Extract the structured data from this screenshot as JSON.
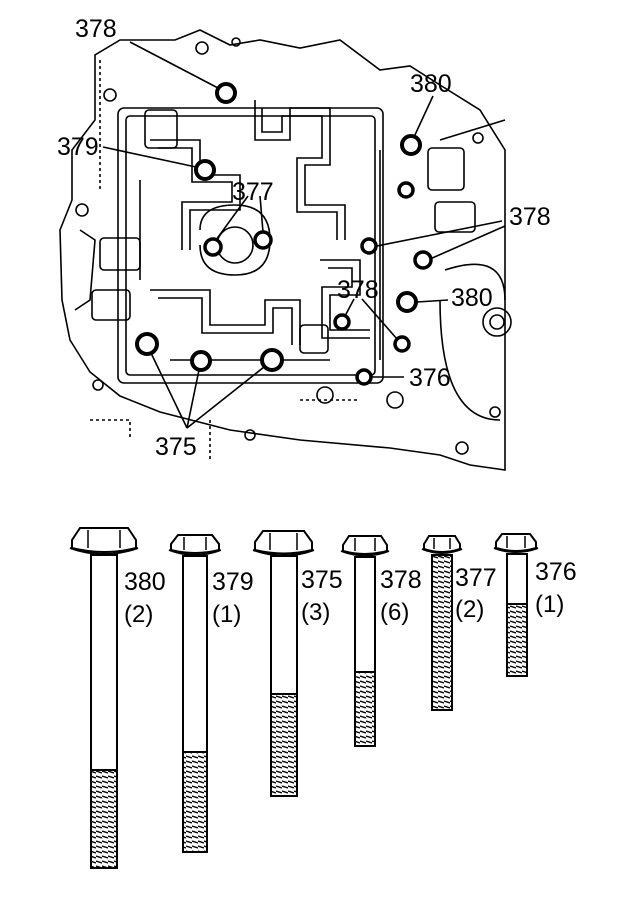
{
  "figure": {
    "callouts": {
      "c378_top": "378",
      "c379": "379",
      "c377": "377",
      "c380_top": "380",
      "c378_right": "378",
      "c378_mid": "378",
      "c380_mid": "380",
      "c376": "376",
      "c375": "375"
    }
  },
  "bolts": [
    {
      "id": "380",
      "qty": "(2)"
    },
    {
      "id": "379",
      "qty": "(1)"
    },
    {
      "id": "375",
      "qty": "(3)"
    },
    {
      "id": "378",
      "qty": "(6)"
    },
    {
      "id": "377",
      "qty": "(2)"
    },
    {
      "id": "376",
      "qty": "(1)"
    }
  ]
}
